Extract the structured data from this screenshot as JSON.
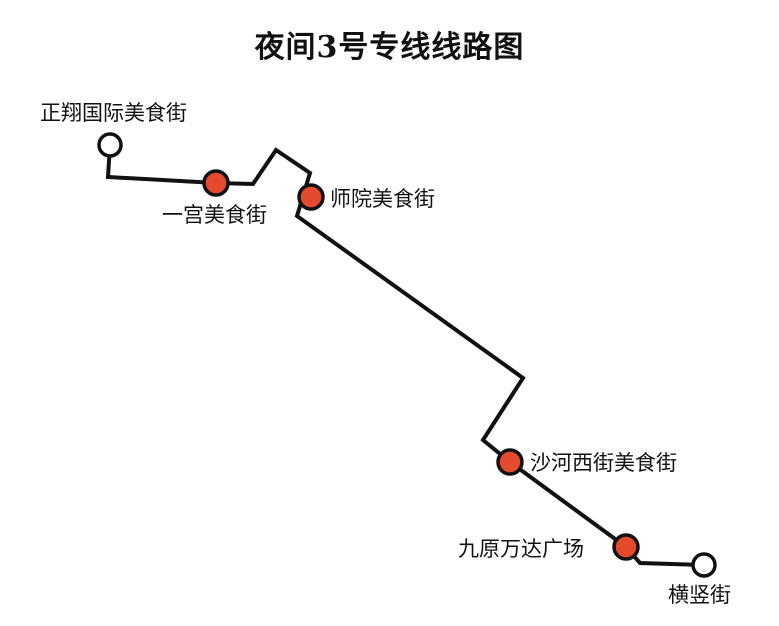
{
  "title": "夜间3号专线线路图",
  "colors": {
    "line": "#111111",
    "stop_fill": "#e64a2e",
    "terminal_fill": "#ffffff",
    "text": "#111111"
  },
  "stops": [
    {
      "name": "正翔国际美食街",
      "type": "terminal"
    },
    {
      "name": "一宫美食街",
      "type": "station"
    },
    {
      "name": "师院美食街",
      "type": "station"
    },
    {
      "name": "沙河西街美食街",
      "type": "station"
    },
    {
      "name": "九原万达广场",
      "type": "station"
    },
    {
      "name": "横竖街",
      "type": "terminal"
    }
  ]
}
